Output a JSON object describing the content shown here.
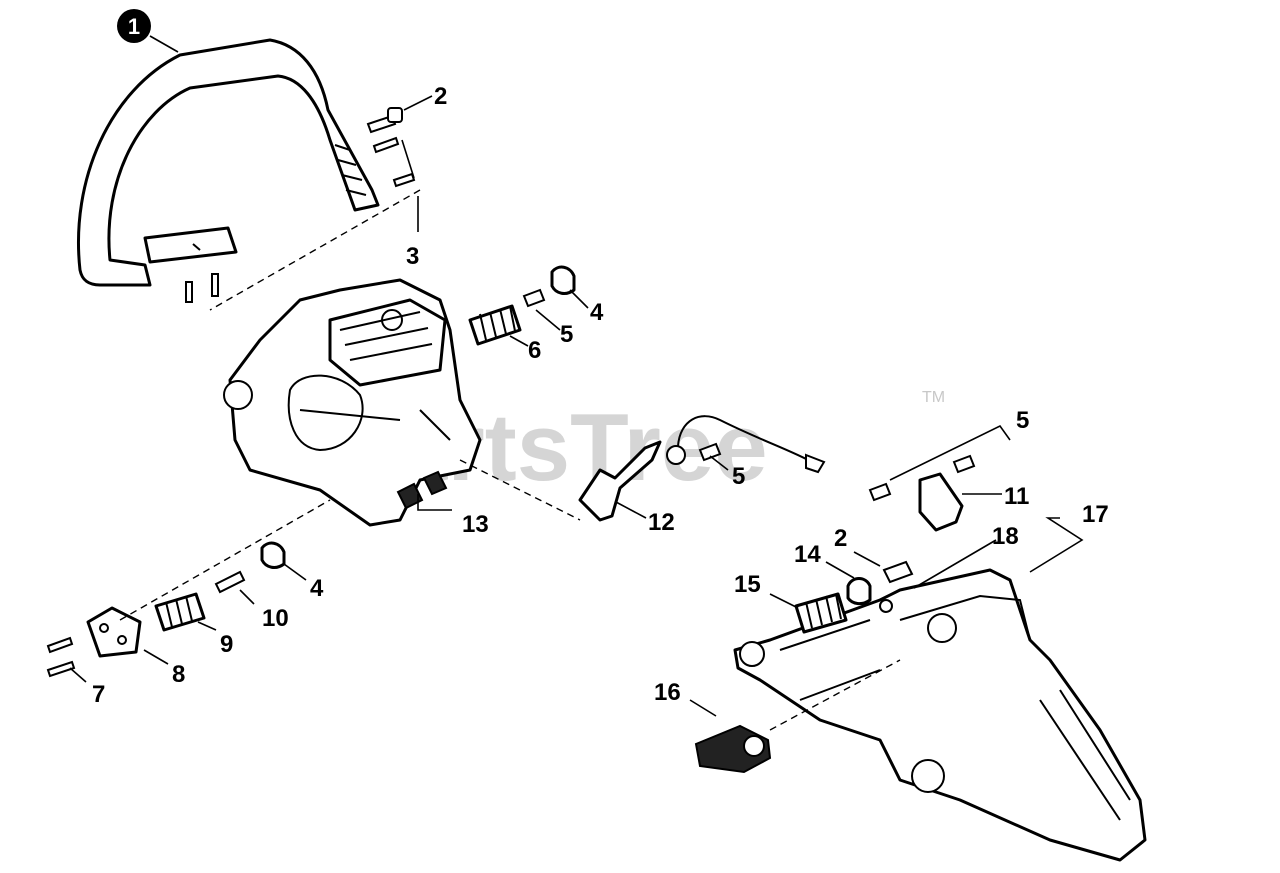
{
  "watermark": {
    "text": "PartsTree",
    "tm": "TM"
  },
  "callouts": {
    "c1": "1",
    "c2a": "2",
    "c3": "3",
    "c4a": "4",
    "c5a": "5",
    "c6": "6",
    "c5b": "5",
    "c5c": "5",
    "c11": "11",
    "c12": "12",
    "c13": "13",
    "c17": "17",
    "c18": "18",
    "c14": "14",
    "c2b": "2",
    "c15": "15",
    "c4b": "4",
    "c10": "10",
    "c9": "9",
    "c8": "8",
    "c7": "7",
    "c16": "16"
  },
  "colors": {
    "line": "#000000",
    "watermark": "#c8c8c8",
    "background": "#ffffff"
  }
}
